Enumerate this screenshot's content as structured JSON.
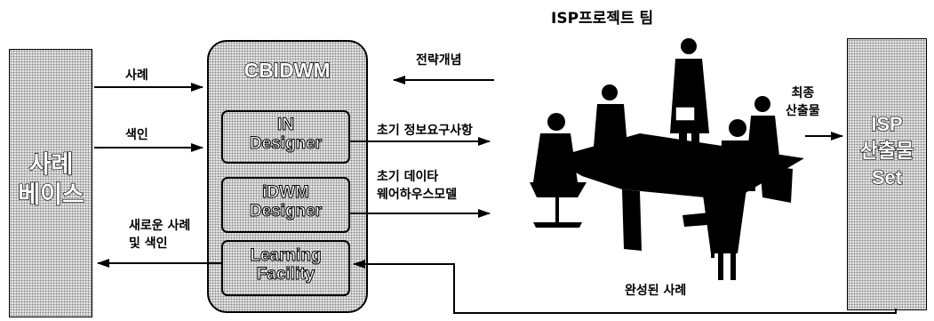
{
  "case_base": {
    "line1": "사례",
    "line2": "베이스"
  },
  "cbidwm": {
    "title": "CBIDWM",
    "in_designer": {
      "line1": "IN",
      "line2": "Designer"
    },
    "idwm_designer": {
      "line1": "iDWM",
      "line2": "Designer"
    },
    "learning": {
      "line1": "Learning",
      "line2": "Facility"
    }
  },
  "isp_output": {
    "line1": "ISP",
    "line2": "산출물",
    "line3": "Set"
  },
  "team_title": "ISP프로젝트 팀",
  "arrows": {
    "case": "사례",
    "index": "색인",
    "new_case_line1": "새로운 사례",
    "new_case_line2": "및 색인",
    "strategy": "전략개념",
    "initial_req": "초기 정보요구사항",
    "initial_dw_line1": "초기 데이타",
    "initial_dw_line2": "웨어하우스모델",
    "final_line1": "최종",
    "final_line2": "산출물",
    "completed_case": "완성된 사례"
  }
}
